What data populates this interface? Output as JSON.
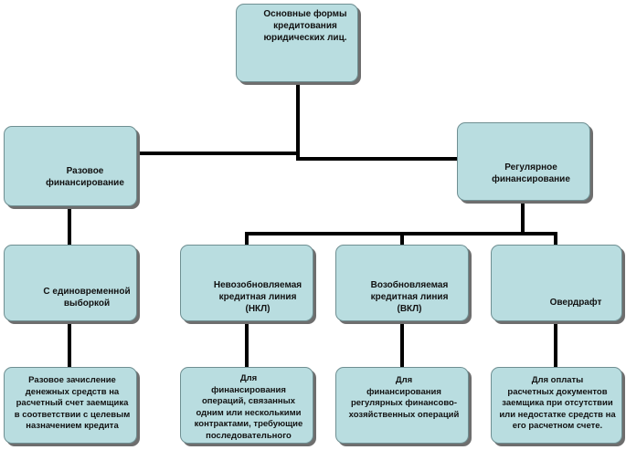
{
  "diagram": {
    "root": {
      "label": "Основные формы\nкредитования\nюридических лиц."
    },
    "branches": [
      {
        "label": "Разовое\nфинансирование",
        "children": [
          {
            "label": "С единовременной\nвыборкой",
            "detail": "Разовое зачисление\nденежных средств на\nрасчетный счет заемщика\nв соответствии с целевым\nназначением кредита"
          }
        ]
      },
      {
        "label": "Регулярное\nфинансирование",
        "children": [
          {
            "label": "Невозобновляемая\nкредитная линия\n(НКЛ)",
            "detail": "Для\nфинансирования\nопераций, связанных\nодним или несколькими\nконтрактами, требующие\nпоследовательного"
          },
          {
            "label": "Возобновляемая\nкредитная линия\n(ВКЛ)",
            "detail": "Для\nфинансирования\nрегулярных финансово-\nхозяйственных операций"
          },
          {
            "label": "Овердрафт",
            "detail": "Для оплаты\nрасчетных документов\nзаемщика при отсутствии\nили недостатке средств на\nего расчетном счете."
          }
        ]
      }
    ]
  },
  "colors": {
    "box_fill": "#b9dde0",
    "box_border": "#6f8f92",
    "box_shadow": "#6e6e6e",
    "connector": "#000000"
  }
}
